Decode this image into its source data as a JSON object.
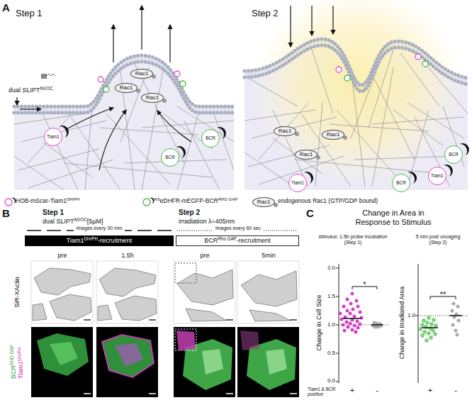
{
  "diagram": {
    "nodes": [
      {
        "text": [
          "Rac1"
        ]
      },
      {
        "text": [
          "Rac1"
        ]
      },
      {
        "text": [
          "Rac1"
        ]
      },
      {
        "text": [
          "Tiam1"
        ]
      },
      {
        "text": [
          "BCR"
        ]
      },
      {
        "text": [
          "BCR"
        ]
      },
      {
        "text": [
          "Rac1"
        ]
      },
      {
        "text": [
          "Rac1"
        ]
      },
      {
        "text": [
          "Rac1"
        ]
      },
      {
        "text": [
          "Tiam1"
        ]
      },
      {
        "text": [
          "Tiam1"
        ]
      },
      {
        "text": [
          "BCR"
        ]
      },
      {
        "text": [
          "BCR"
        ]
      },
      {
        "text": [
          "Rac1"
        ]
      },
      {
        "text": [
          "Tiam1",
          "DH/PH",
          "-recruitment"
        ]
      },
      {
        "text": [
          "BCR",
          "Rho GAP",
          "-recruitment"
        ]
      }
    ],
    "labels": [
      "A",
      "Step 1",
      "Step 2",
      "dual SLIPT",
      "NVOC",
      "DH/PH",
      "iK6",
      "RHO GAP",
      "B",
      "Step 1",
      "Step 2",
      "dual SLIPT",
      "NVOC",
      "[5µM]",
      "irradiation λ=405nm",
      "images every 30 min",
      "images every 60 sec",
      "pre",
      "1.5h",
      "pre",
      "5min",
      "SiR-XActin",
      "BCR",
      "RHO GAP",
      "Tiam1",
      "DH/PH",
      "C",
      "Change in Area in Response to Stimulus",
      "stimulus: 1.5h probe incubation (Step 1)",
      "5 min post uncaging (Step 2)",
      "Change in Cell Size",
      "Change in Irradiated Area",
      "*",
      "**",
      "2.0",
      "1.5",
      "1.0",
      "0.5",
      "0.0",
      "1.0",
      "Tiam1 & BCR positive",
      "+",
      "-",
      "+",
      "-"
    ],
    "legend": [
      {
        "text": "HOB-mScar-Tiam1"
      },
      {
        "text": "eDHFR-mEGFP-BCR"
      },
      {
        "text": "endogenous Rac1 (GTP/GDP bound)"
      }
    ]
  }
}
